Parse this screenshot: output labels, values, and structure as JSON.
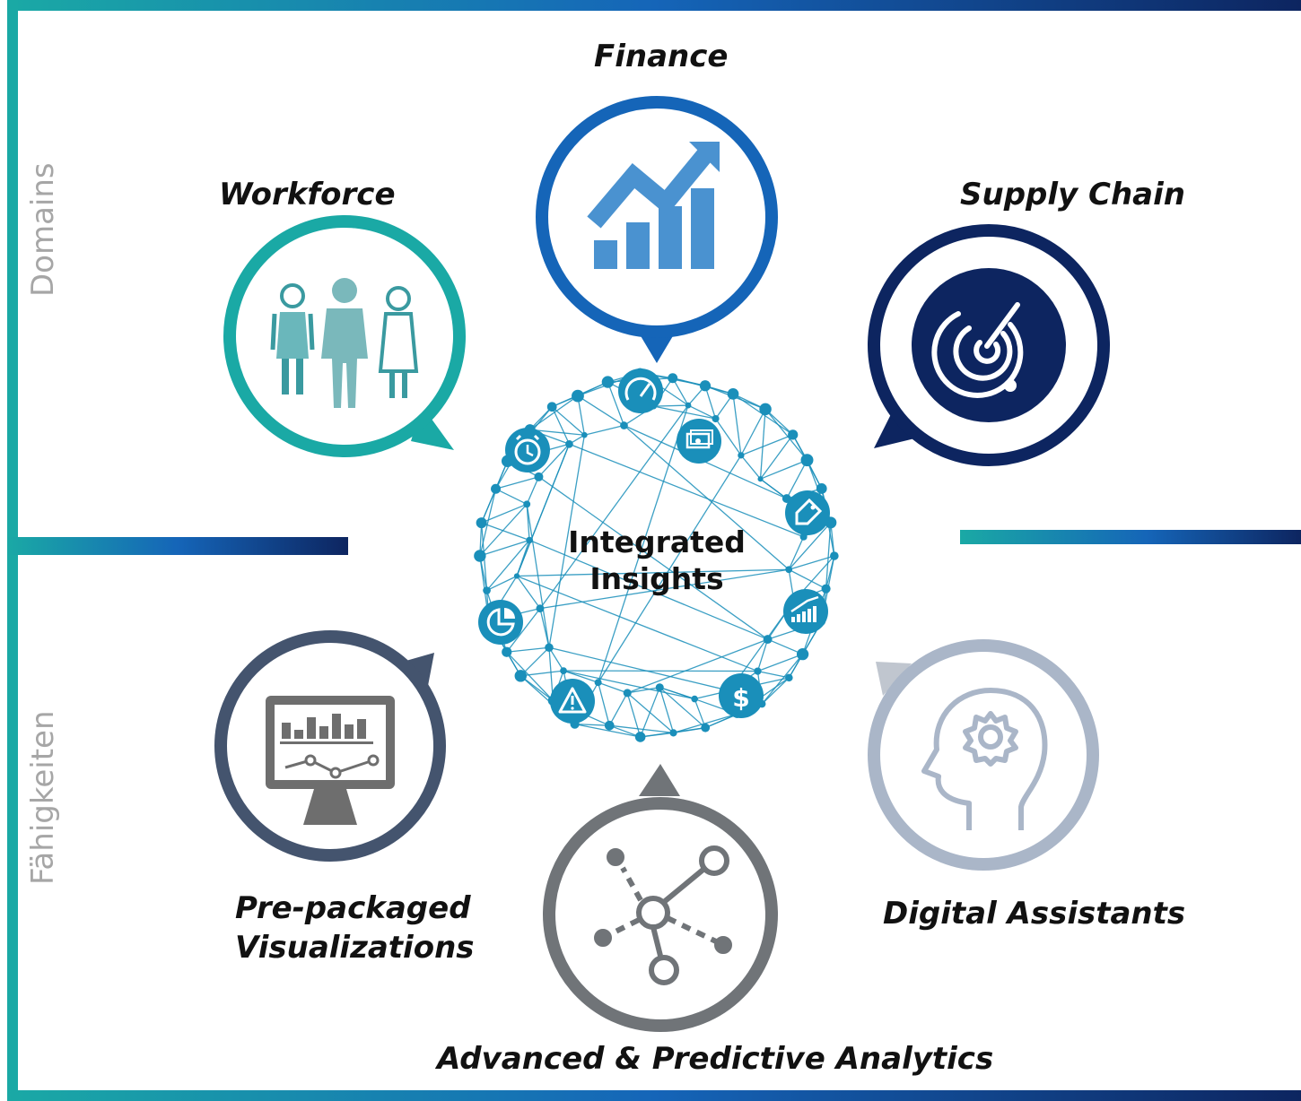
{
  "sections": {
    "domains_label": "Domains",
    "capabilities_label": "Fähigkeiten"
  },
  "center": {
    "line1": "Integrated",
    "line2": "Insights"
  },
  "domains": {
    "finance": "Finance",
    "workforce": "Workforce",
    "supply_chain": "Supply Chain"
  },
  "capabilities": {
    "visualizations_line1": "Pre-packaged",
    "visualizations_line2": "Visualizations",
    "analytics": "Advanced & Predictive Analytics",
    "assistants": "Digital Assistants"
  },
  "colors": {
    "teal": "#1aa9a5",
    "finance_blue": "#1565b8",
    "navy": "#0d2560",
    "slate": "#44546e",
    "gray": "#707478",
    "light_gray_blue": "#aab6c8",
    "network": "#1a8fba"
  },
  "icons": {
    "finance": "growth-chart-icon",
    "workforce": "people-icon",
    "supply_chain": "radar-icon",
    "visualizations": "monitor-chart-icon",
    "analytics": "network-nodes-icon",
    "assistants": "head-gear-icon"
  }
}
